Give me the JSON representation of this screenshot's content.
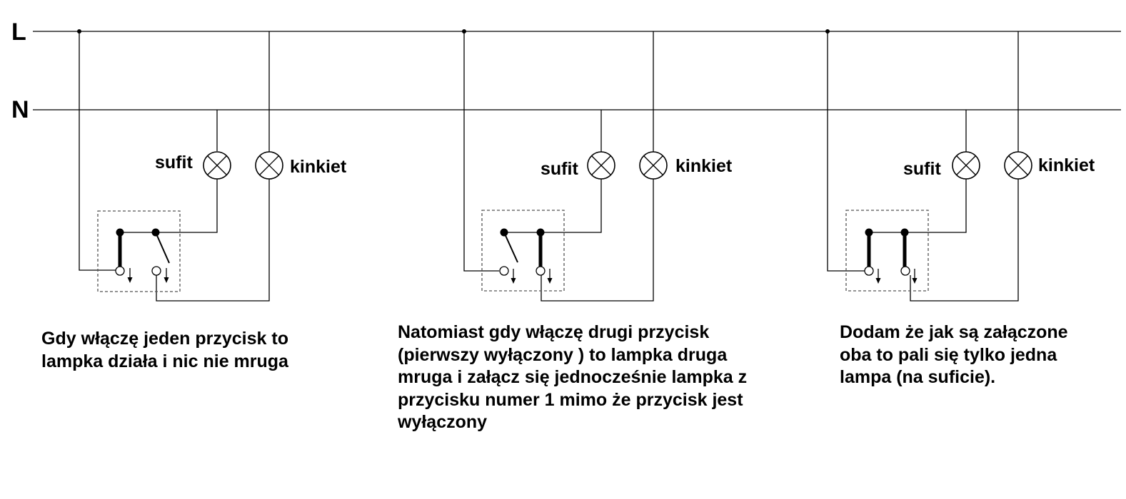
{
  "rails": {
    "live": "L",
    "neutral": "N"
  },
  "lamps": {
    "ceiling": "sufit",
    "wall": "kinkiet"
  },
  "panels": [
    {
      "buttons": [
        "on",
        "off"
      ],
      "note": "Gdy włączę jeden przycisk to\nlampka działa i nic nie mruga"
    },
    {
      "buttons": [
        "off",
        "on"
      ],
      "note": "Natomiast gdy włączę drugi przycisk\n(pierwszy wyłączony ) to lampka druga\nmruga i załącz się jednocześnie lampka z\nprzycisku numer 1 mimo że przycisk jest\nwyłączony"
    },
    {
      "buttons": [
        "on",
        "on"
      ],
      "note": "Dodam że jak są załączone\noba to pali się tylko jedna\nlampa (na suficie)."
    }
  ],
  "colors": {
    "ink": "#000000",
    "box": "#555555",
    "background": "#ffffff"
  }
}
